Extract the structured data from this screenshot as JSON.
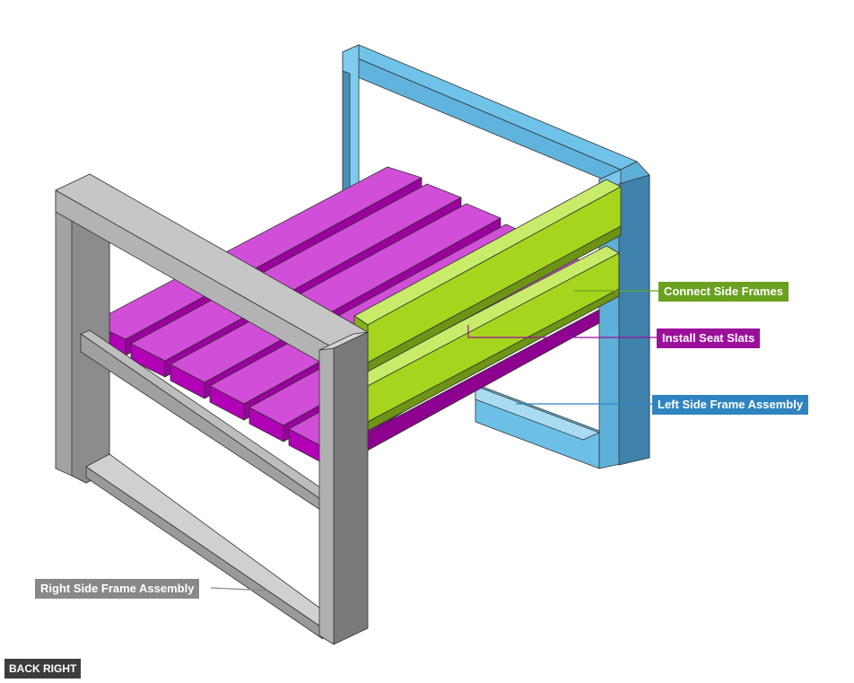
{
  "colors": {
    "connect_side_frames": "#6aa120",
    "install_seat_slats": "#9b0f9b",
    "left_side_frame": "#2f84c0",
    "right_side_frame": "#888888",
    "view_badge": "#3c3c3c"
  },
  "callouts": {
    "connect_side_frames": "Connect Side Frames",
    "install_seat_slats": "Install Seat Slats",
    "left_side_frame": "Left Side Frame Assembly",
    "right_side_frame": "Right Side Frame Assembly"
  },
  "view_label": "BACK RIGHT"
}
